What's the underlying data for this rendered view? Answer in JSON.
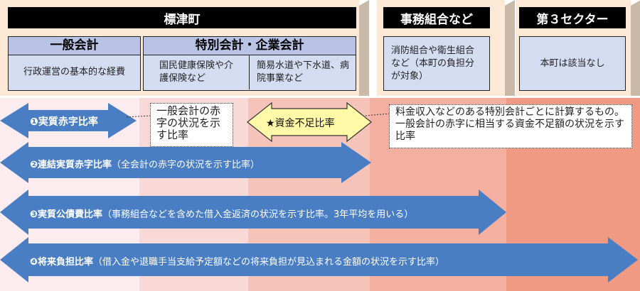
{
  "town": {
    "title": "標津町",
    "general": {
      "header": "一般会計",
      "desc": "行政運営の基本的な経費"
    },
    "special": {
      "header": "特別会計・企業会計",
      "desc1": "国民健康保険や介護保険など",
      "desc2": "簡易水道や下水道、病院事業など"
    }
  },
  "union": {
    "title": "事務組合など",
    "desc": "消防組合や衛生組合など（本町の負担分が対象）"
  },
  "third": {
    "title": "第３セクター",
    "desc": "本町は該当なし"
  },
  "ratios": [
    {
      "label": "❶実質赤字比率",
      "note": "一般会計の赤字の状況を示す比率"
    },
    {
      "label": "❷連結実質赤字比率",
      "desc": "（全会計の赤字の状況を示す比率）"
    },
    {
      "label": "❸実質公債費比率",
      "desc": "（事務組合などを含めた借入金返済の状況を示す比率。3年平均を用いる）"
    },
    {
      "label": "❹将来負担比率",
      "desc": "（借入金や退職手当支給予定額などの将来負担が見込まれる金額の状況を示す比率）"
    }
  ],
  "fund": {
    "label": "★資金不足比率",
    "note": "料金収入などのある特別会計ごとに計算するもの。一般会計の赤字に相当する資金不足額の状況を示す比率"
  },
  "colors": {
    "arrow": "#4a7ec4",
    "fund": "#fff9a8",
    "band1": "#fdecef",
    "band2": "#f9d9d5",
    "band3": "#f6c3b9",
    "band4": "#f3b0a0",
    "band5": "#f09a84"
  }
}
